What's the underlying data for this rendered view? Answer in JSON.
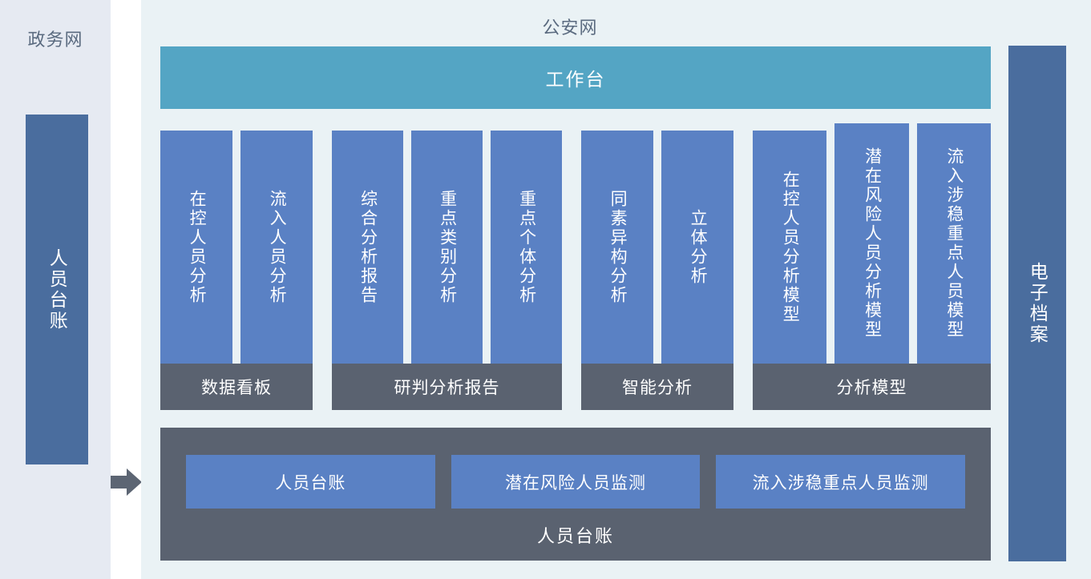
{
  "left_panel": {
    "title": "政务网",
    "vertical_bar_label": "人员台账",
    "bar_color": "#4a6d9e",
    "background": "#e6eaf2"
  },
  "flow": {
    "arrow_icon": "arrow-right-icon",
    "arrow_color": "#5c6573"
  },
  "main_panel": {
    "title": "公安网",
    "background": "#eaf2f5",
    "workbench": {
      "label": "工作台",
      "color": "#54a5c4"
    },
    "card_color": "#5a81c4",
    "group_header_color": "#5a6270",
    "groups": [
      {
        "name": "数据看板",
        "cards": [
          {
            "label": "在控人员分析"
          },
          {
            "label": "流入人员分析"
          }
        ]
      },
      {
        "name": "研判分析报告",
        "cards": [
          {
            "label": "综合分析报告"
          },
          {
            "label": "重点类别分析"
          },
          {
            "label": "重点个体分析"
          }
        ]
      },
      {
        "name": "智能分析",
        "cards": [
          {
            "label": "同素异构分析"
          },
          {
            "label": "立体分析"
          }
        ]
      },
      {
        "name": "分析模型",
        "cards": [
          {
            "label": "在控人员分析模型"
          },
          {
            "label": "潜在风险人员分析模型"
          },
          {
            "label": "流入涉稳重点人员模型"
          }
        ]
      }
    ],
    "ledger": {
      "caption": "人员台账",
      "panel_color": "#5a6270",
      "buttons": [
        {
          "label": "人员台账"
        },
        {
          "label": "潜在风险人员监测"
        },
        {
          "label": "流入涉稳重点人员监测"
        }
      ]
    }
  },
  "right_panel": {
    "vertical_bar_label": "电子档案",
    "bar_color": "#4a6d9e"
  }
}
